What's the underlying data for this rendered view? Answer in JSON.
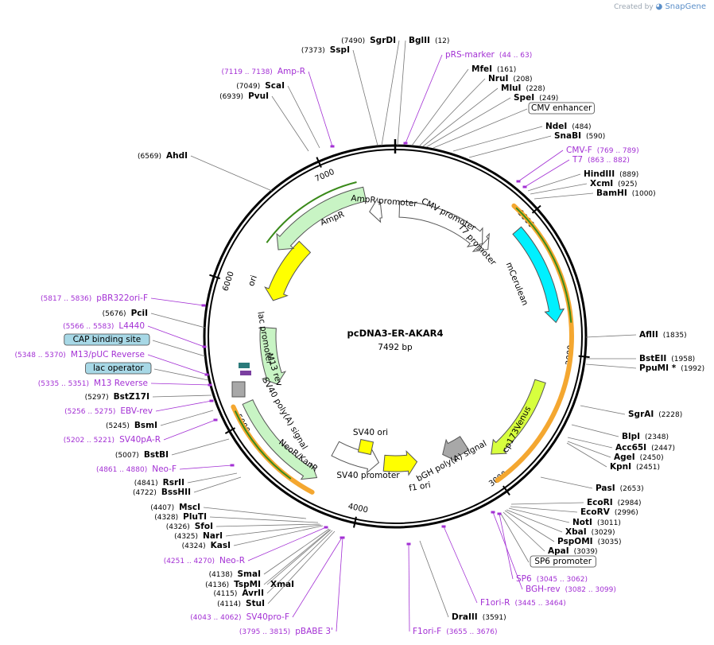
{
  "branding": {
    "prefix": "Created by",
    "name": "SnapGene"
  },
  "plasmid": {
    "name": "pcDNA3-ER-AKAR4",
    "size_label": "7492 bp",
    "length": 7492
  },
  "colors": {
    "enzyme": "#000000",
    "primer": "#a330d4",
    "ampr": "#c8f4c4",
    "ori": "#ffff00",
    "mcerulean": "#00f0ff",
    "venus": "#d7ff3e",
    "promoter": "#ffffff",
    "signal": "#a8a8a8",
    "orange_arc": "#f4a730",
    "green_arc": "#3a8a1a",
    "backbone": "#000000"
  },
  "tick_labels": [
    "1000",
    "2000",
    "3000",
    "4000",
    "5000",
    "6000",
    "7000"
  ],
  "features": [
    {
      "name": "CMV promoter",
      "type": "promoter"
    },
    {
      "name": "T7 promoter",
      "type": "promoter"
    },
    {
      "name": "mCerulean",
      "type": "cds"
    },
    {
      "name": "cp173Venus",
      "type": "cds"
    },
    {
      "name": "bGH poly(A) signal",
      "type": "signal"
    },
    {
      "name": "f1 ori",
      "type": "ori"
    },
    {
      "name": "SV40 promoter",
      "type": "promoter"
    },
    {
      "name": "NeoR/KanR",
      "type": "cds"
    },
    {
      "name": "SV40 poly(A) signal",
      "type": "signal"
    },
    {
      "name": "SV40 ori",
      "type": "ori"
    },
    {
      "name": "M13 rev",
      "type": "primer_bind"
    },
    {
      "name": "lac promoter",
      "type": "promoter"
    },
    {
      "name": "ori",
      "type": "ori"
    },
    {
      "name": "AmpR",
      "type": "cds"
    },
    {
      "name": "AmpR promoter",
      "type": "promoter"
    }
  ],
  "site_labels": [
    {
      "kind": "enzyme",
      "name": "SgrDI",
      "pos": "(7490)"
    },
    {
      "kind": "enzyme",
      "name": "SspI",
      "pos": "(7373)"
    },
    {
      "kind": "enzyme",
      "name": "BglII",
      "pos": "(12)"
    },
    {
      "kind": "primer",
      "name": "pRS-marker",
      "pos": "(44 .. 63)"
    },
    {
      "kind": "primer",
      "name": "Amp-R",
      "pos": "(7119 .. 7138)"
    },
    {
      "kind": "enzyme",
      "name": "MfeI",
      "pos": "(161)"
    },
    {
      "kind": "enzyme",
      "name": "NruI",
      "pos": "(208)"
    },
    {
      "kind": "enzyme",
      "name": "ScaI",
      "pos": "(7049)"
    },
    {
      "kind": "enzyme",
      "name": "MluI",
      "pos": "(228)"
    },
    {
      "kind": "enzyme",
      "name": "PvuI",
      "pos": "(6939)"
    },
    {
      "kind": "enzyme",
      "name": "SpeI",
      "pos": "(249)"
    },
    {
      "kind": "feature",
      "name": "CMV enhancer",
      "pos": ""
    },
    {
      "kind": "enzyme",
      "name": "NdeI",
      "pos": "(484)"
    },
    {
      "kind": "enzyme",
      "name": "SnaBI",
      "pos": "(590)"
    },
    {
      "kind": "enzyme",
      "name": "AhdI",
      "pos": "(6569)"
    },
    {
      "kind": "primer",
      "name": "CMV-F",
      "pos": "(769 .. 789)"
    },
    {
      "kind": "primer",
      "name": "T7",
      "pos": "(863 .. 882)"
    },
    {
      "kind": "enzyme",
      "name": "HindIII",
      "pos": "(889)"
    },
    {
      "kind": "enzyme",
      "name": "XcmI",
      "pos": "(925)"
    },
    {
      "kind": "enzyme",
      "name": "BamHI",
      "pos": "(1000)"
    },
    {
      "kind": "primer",
      "name": "pBR322ori-F",
      "pos": "(5817 .. 5836)"
    },
    {
      "kind": "enzyme",
      "name": "PciI",
      "pos": "(5676)"
    },
    {
      "kind": "primer",
      "name": "L4440",
      "pos": "(5566 .. 5583)"
    },
    {
      "kind": "feature",
      "name": "CAP binding site",
      "pos": ""
    },
    {
      "kind": "enzyme",
      "name": "AflII",
      "pos": "(1835)"
    },
    {
      "kind": "primer",
      "name": "M13/pUC Reverse",
      "pos": "(5348 .. 5370)"
    },
    {
      "kind": "enzyme",
      "name": "BstEII",
      "pos": "(1958)"
    },
    {
      "kind": "feature",
      "name": "lac operator",
      "pos": ""
    },
    {
      "kind": "enzyme",
      "name": "PpuMI *",
      "pos": "(1992)"
    },
    {
      "kind": "primer",
      "name": "M13 Reverse",
      "pos": "(5335 .. 5351)"
    },
    {
      "kind": "enzyme",
      "name": "BstZ17I",
      "pos": "(5297)"
    },
    {
      "kind": "primer",
      "name": "EBV-rev",
      "pos": "(5256 .. 5275)"
    },
    {
      "kind": "enzyme",
      "name": "SgrAI",
      "pos": "(2228)"
    },
    {
      "kind": "enzyme",
      "name": "BsmI",
      "pos": "(5245)"
    },
    {
      "kind": "enzyme",
      "name": "BlpI",
      "pos": "(2348)"
    },
    {
      "kind": "primer",
      "name": "SV40pA-R",
      "pos": "(5202 .. 5221)"
    },
    {
      "kind": "enzyme",
      "name": "Acc65I",
      "pos": "(2447)"
    },
    {
      "kind": "enzyme",
      "name": "AgeI",
      "pos": "(2450)"
    },
    {
      "kind": "enzyme",
      "name": "BstBI",
      "pos": "(5007)"
    },
    {
      "kind": "enzyme",
      "name": "KpnI",
      "pos": "(2451)"
    },
    {
      "kind": "primer",
      "name": "Neo-F",
      "pos": "(4861 .. 4880)"
    },
    {
      "kind": "enzyme",
      "name": "RsrII",
      "pos": "(4841)"
    },
    {
      "kind": "enzyme",
      "name": "PasI",
      "pos": "(2653)"
    },
    {
      "kind": "enzyme",
      "name": "BssHII",
      "pos": "(4722)"
    },
    {
      "kind": "enzyme",
      "name": "EcoRI",
      "pos": "(2984)"
    },
    {
      "kind": "enzyme",
      "name": "MscI",
      "pos": "(4407)"
    },
    {
      "kind": "enzyme",
      "name": "EcoRV",
      "pos": "(2996)"
    },
    {
      "kind": "enzyme",
      "name": "PluTI",
      "pos": "(4328)"
    },
    {
      "kind": "enzyme",
      "name": "NotI",
      "pos": "(3011)"
    },
    {
      "kind": "enzyme",
      "name": "SfoI",
      "pos": "(4326)"
    },
    {
      "kind": "enzyme",
      "name": "XbaI",
      "pos": "(3029)"
    },
    {
      "kind": "enzyme",
      "name": "NarI",
      "pos": "(4325)"
    },
    {
      "kind": "enzyme",
      "name": "PspOMI",
      "pos": "(3035)"
    },
    {
      "kind": "enzyme",
      "name": "KasI",
      "pos": "(4324)"
    },
    {
      "kind": "enzyme",
      "name": "ApaI",
      "pos": "(3039)"
    },
    {
      "kind": "primer",
      "name": "Neo-R",
      "pos": "(4251 .. 4270)"
    },
    {
      "kind": "feature",
      "name": "SP6 promoter",
      "pos": ""
    },
    {
      "kind": "enzyme",
      "name": "SmaI",
      "pos": "(4138)"
    },
    {
      "kind": "primer",
      "name": "SP6",
      "pos": "(3045 .. 3062)"
    },
    {
      "kind": "enzyme",
      "name": "TspMI",
      "pos": "(4136)"
    },
    {
      "kind": "enzyme",
      "name": "XmaI",
      "pos": ""
    },
    {
      "kind": "enzyme",
      "name": "AvrII",
      "pos": "(4115)"
    },
    {
      "kind": "primer",
      "name": "BGH-rev",
      "pos": "(3082 .. 3099)"
    },
    {
      "kind": "enzyme",
      "name": "StuI",
      "pos": "(4114)"
    },
    {
      "kind": "primer",
      "name": "F1ori-R",
      "pos": "(3445 .. 3464)"
    },
    {
      "kind": "primer",
      "name": "SV40pro-F",
      "pos": "(4043 .. 4062)"
    },
    {
      "kind": "enzyme",
      "name": "DraIII",
      "pos": "(3591)"
    },
    {
      "kind": "primer",
      "name": "pBABE 3'",
      "pos": "(3795 .. 3815)"
    },
    {
      "kind": "primer",
      "name": "F1ori-F",
      "pos": "(3655 .. 3676)"
    }
  ]
}
